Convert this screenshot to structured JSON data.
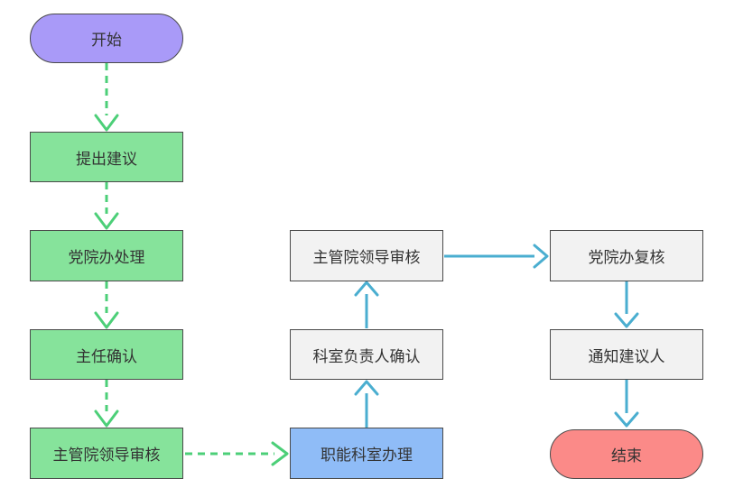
{
  "nodes": {
    "start": "开始",
    "propose": "提出建议",
    "party_office_handle": "党院办处理",
    "director_confirm": "主任确认",
    "leader_review_left": "主管院领导审核",
    "department_handle": "职能科室办理",
    "section_head_confirm": "科室负责人确认",
    "leader_review_right": "主管院领导审核",
    "party_office_recheck": "党院办复核",
    "notify_proposer": "通知建议人",
    "end": "结束"
  },
  "colors": {
    "green_node": "#86e39b",
    "gray_node": "#f2f2f2",
    "blue_node": "#8fbcf7",
    "start_node": "#a99af8",
    "end_node": "#fb8a88",
    "dashed_arrow": "#4ccf78",
    "solid_arrow": "#4aaed0"
  }
}
